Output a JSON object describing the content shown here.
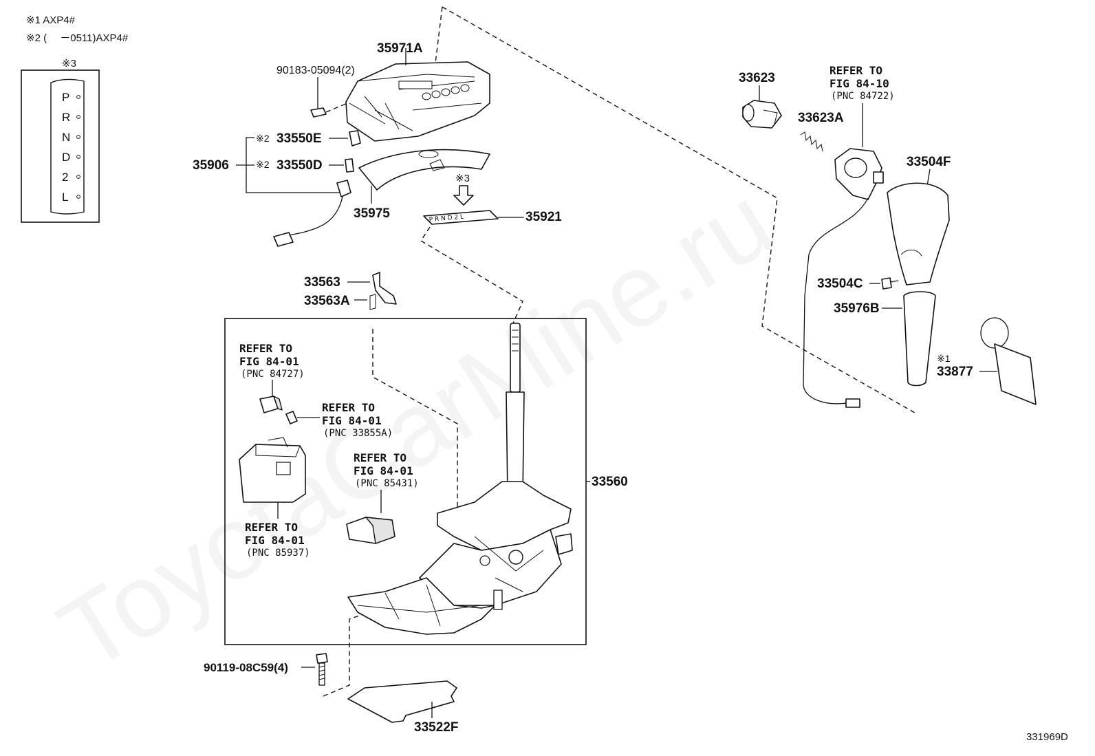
{
  "watermark": "ToyotaCarMine.ru",
  "figure_id": "331969D",
  "notes": {
    "note1": "※1 AXP4#",
    "note2": "※2 (　 －0511)AXP4#"
  },
  "inset": {
    "title": "※3",
    "positions": [
      "P",
      "R",
      "N",
      "D",
      "2",
      "L"
    ]
  },
  "parts": {
    "p35971A": "35971A",
    "p90183": "90183-05094(2)",
    "p33550E": "33550E",
    "p33550D": "33550D",
    "mark2a": "※2",
    "mark2b": "※2",
    "p35906": "35906",
    "p35975": "35975",
    "mark3": "※3",
    "p35921": "35921",
    "p33563": "33563",
    "p33563A": "33563A",
    "p33560": "33560",
    "p90119": "90119-08C59(4)",
    "p33522F": "33522F",
    "p33623": "33623",
    "p33623A": "33623A",
    "p33504F": "33504F",
    "p33504C": "33504C",
    "p35976B": "35976B",
    "mark1": "※1",
    "p33877": "33877"
  },
  "refs": {
    "r1": {
      "l1": "REFER TO",
      "l2": "FIG 84-10",
      "l3": "(PNC 84722)"
    },
    "r2": {
      "l1": "REFER TO",
      "l2": "FIG 84-01",
      "l3": "(PNC 84727)"
    },
    "r3": {
      "l1": "REFER TO",
      "l2": "FIG 84-01",
      "l3": "(PNC 33855A)"
    },
    "r4": {
      "l1": "REFER TO",
      "l2": "FIG 84-01",
      "l3": "(PNC 85431)"
    },
    "r5": {
      "l1": "REFER TO",
      "l2": "FIG 84-01",
      "l3": "(PNC 85937)"
    }
  }
}
